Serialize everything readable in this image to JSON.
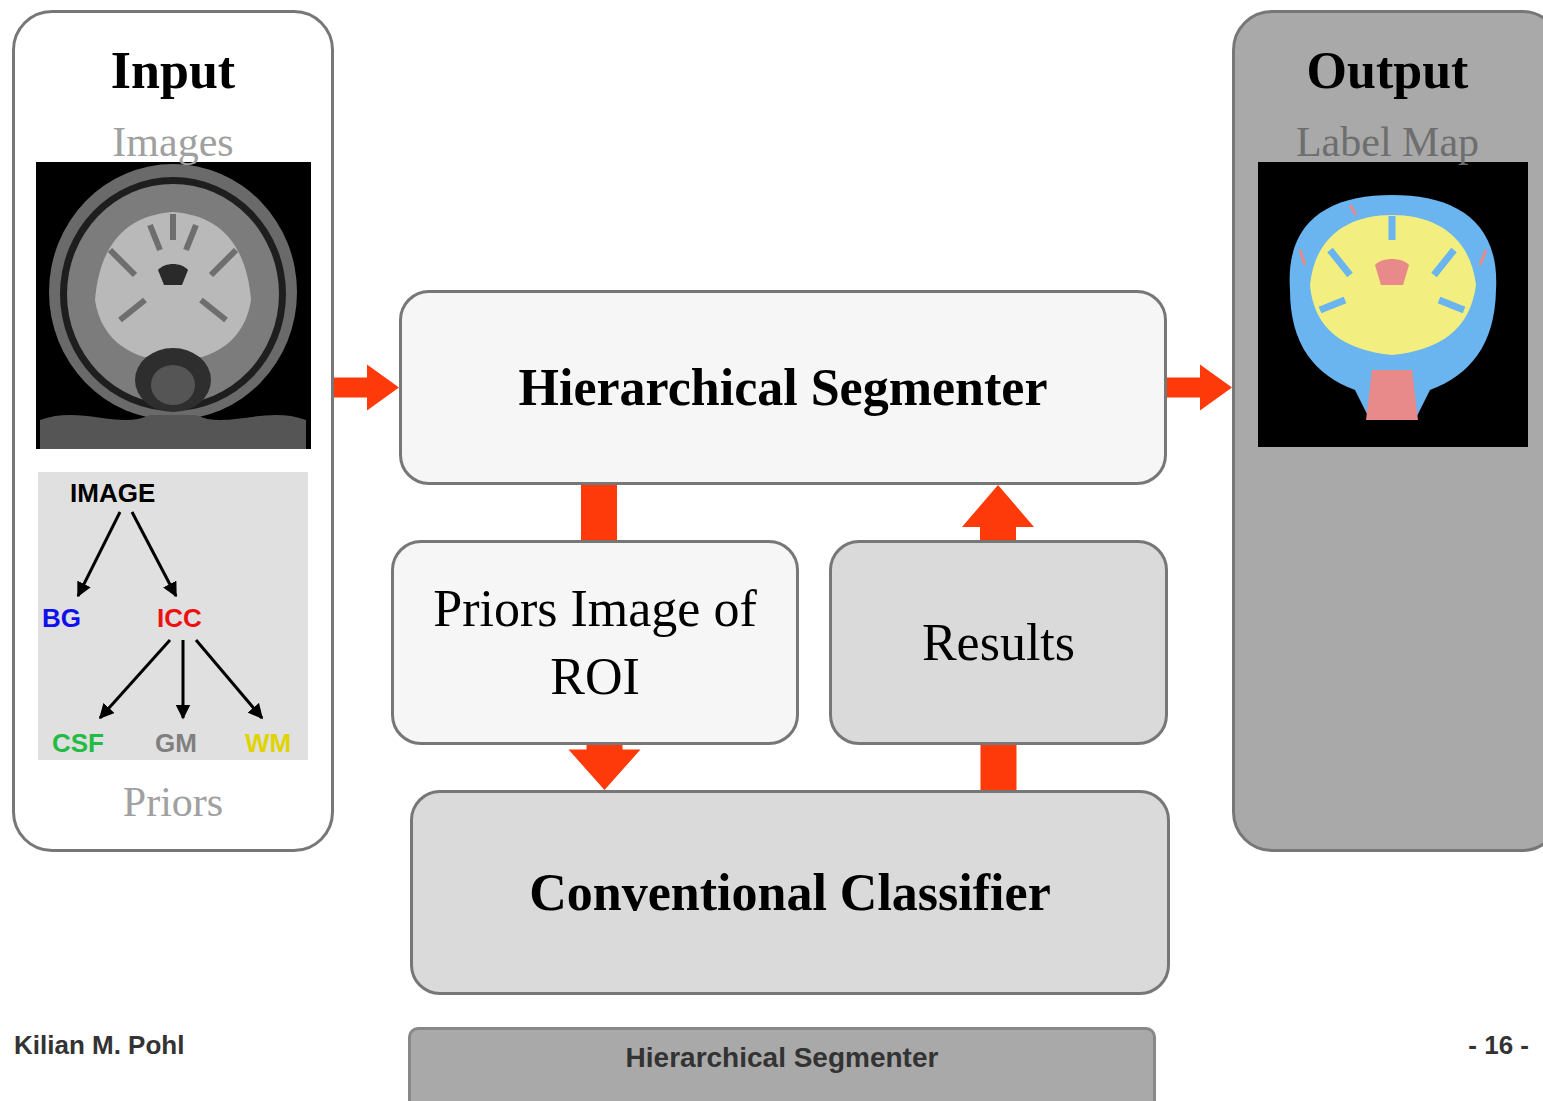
{
  "diagram": {
    "nodes": [
      {
        "text": [
          "Input",
          "Images",
          "Priors"
        ]
      },
      {
        "text": [
          "Hierarchical Segmenter"
        ]
      },
      {
        "text": [
          "Priors Image of ROI"
        ]
      },
      {
        "text": [
          "Results"
        ]
      },
      {
        "text": [
          "Conventional Classifier"
        ]
      },
      {
        "text": [
          "Output",
          "Label Map"
        ]
      },
      {
        "text": [
          "Hierarchical Segmenter"
        ]
      }
    ],
    "edges": [
      {
        "from": 0,
        "to": 1,
        "arrow": "to"
      },
      {
        "from": 1,
        "to": 5,
        "arrow": "to"
      },
      {
        "from": 1,
        "to": 2,
        "arrow": "none"
      },
      {
        "from": 2,
        "to": 4,
        "arrow": "to"
      },
      {
        "from": 4,
        "to": 3,
        "arrow": "none"
      },
      {
        "from": 3,
        "to": 1,
        "arrow": "to"
      }
    ],
    "labels": [
      "IMAGE",
      "BG",
      "ICC",
      "CSF",
      "GM",
      "WM",
      "Kilian M. Pohl",
      "- 16 -"
    ]
  }
}
